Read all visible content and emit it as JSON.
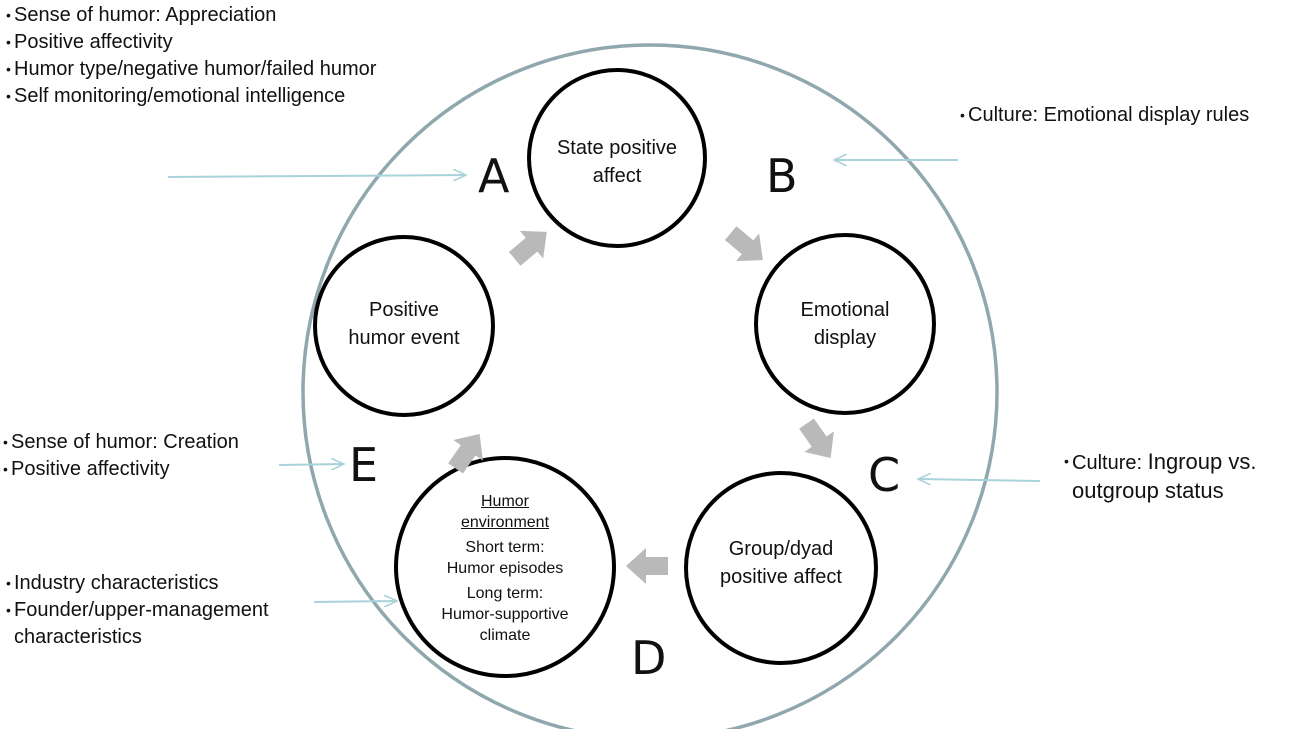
{
  "colors": {
    "outer_circle": "#8fa7ad",
    "node_stroke": "#000000",
    "flow_arrow": "#b9b9b9",
    "input_arrow": "#a9d2da"
  },
  "nodes": {
    "state_positive_affect": {
      "line1": "State positive",
      "line2": "affect"
    },
    "emotional_display": {
      "line1": "Emotional",
      "line2": "display"
    },
    "group_dyad_positive_affect": {
      "line1": "Group/dyad",
      "line2": "positive affect"
    },
    "positive_humor_event": {
      "line1": "Positive",
      "line2": "humor event"
    },
    "humor_environment": {
      "title_line1": "Humor",
      "title_line2": "environment",
      "short_term_label": "Short term:",
      "short_term_value": "Humor episodes",
      "long_term_label": "Long term:",
      "long_term_value1": "Humor-supportive",
      "long_term_value2": "climate"
    }
  },
  "letters": {
    "a": "A",
    "b": "B",
    "c": "C",
    "d": "D",
    "e": "E"
  },
  "moderators": {
    "a": [
      "Sense of humor: Appreciation",
      "Positive affectivity",
      "Humor type/negative humor/failed humor",
      "Self monitoring/emotional intelligence"
    ],
    "b": {
      "prefix": "Culture:",
      "text": "Emotional display rules"
    },
    "c": {
      "prefix": "Culture:",
      "text_line1": "Ingroup vs.",
      "text_line2": "outgroup status"
    },
    "e": [
      "Sense of humor: Creation",
      "Positive affectivity"
    ],
    "d": [
      "Industry characteristics",
      "Founder/upper-management characteristics"
    ]
  }
}
